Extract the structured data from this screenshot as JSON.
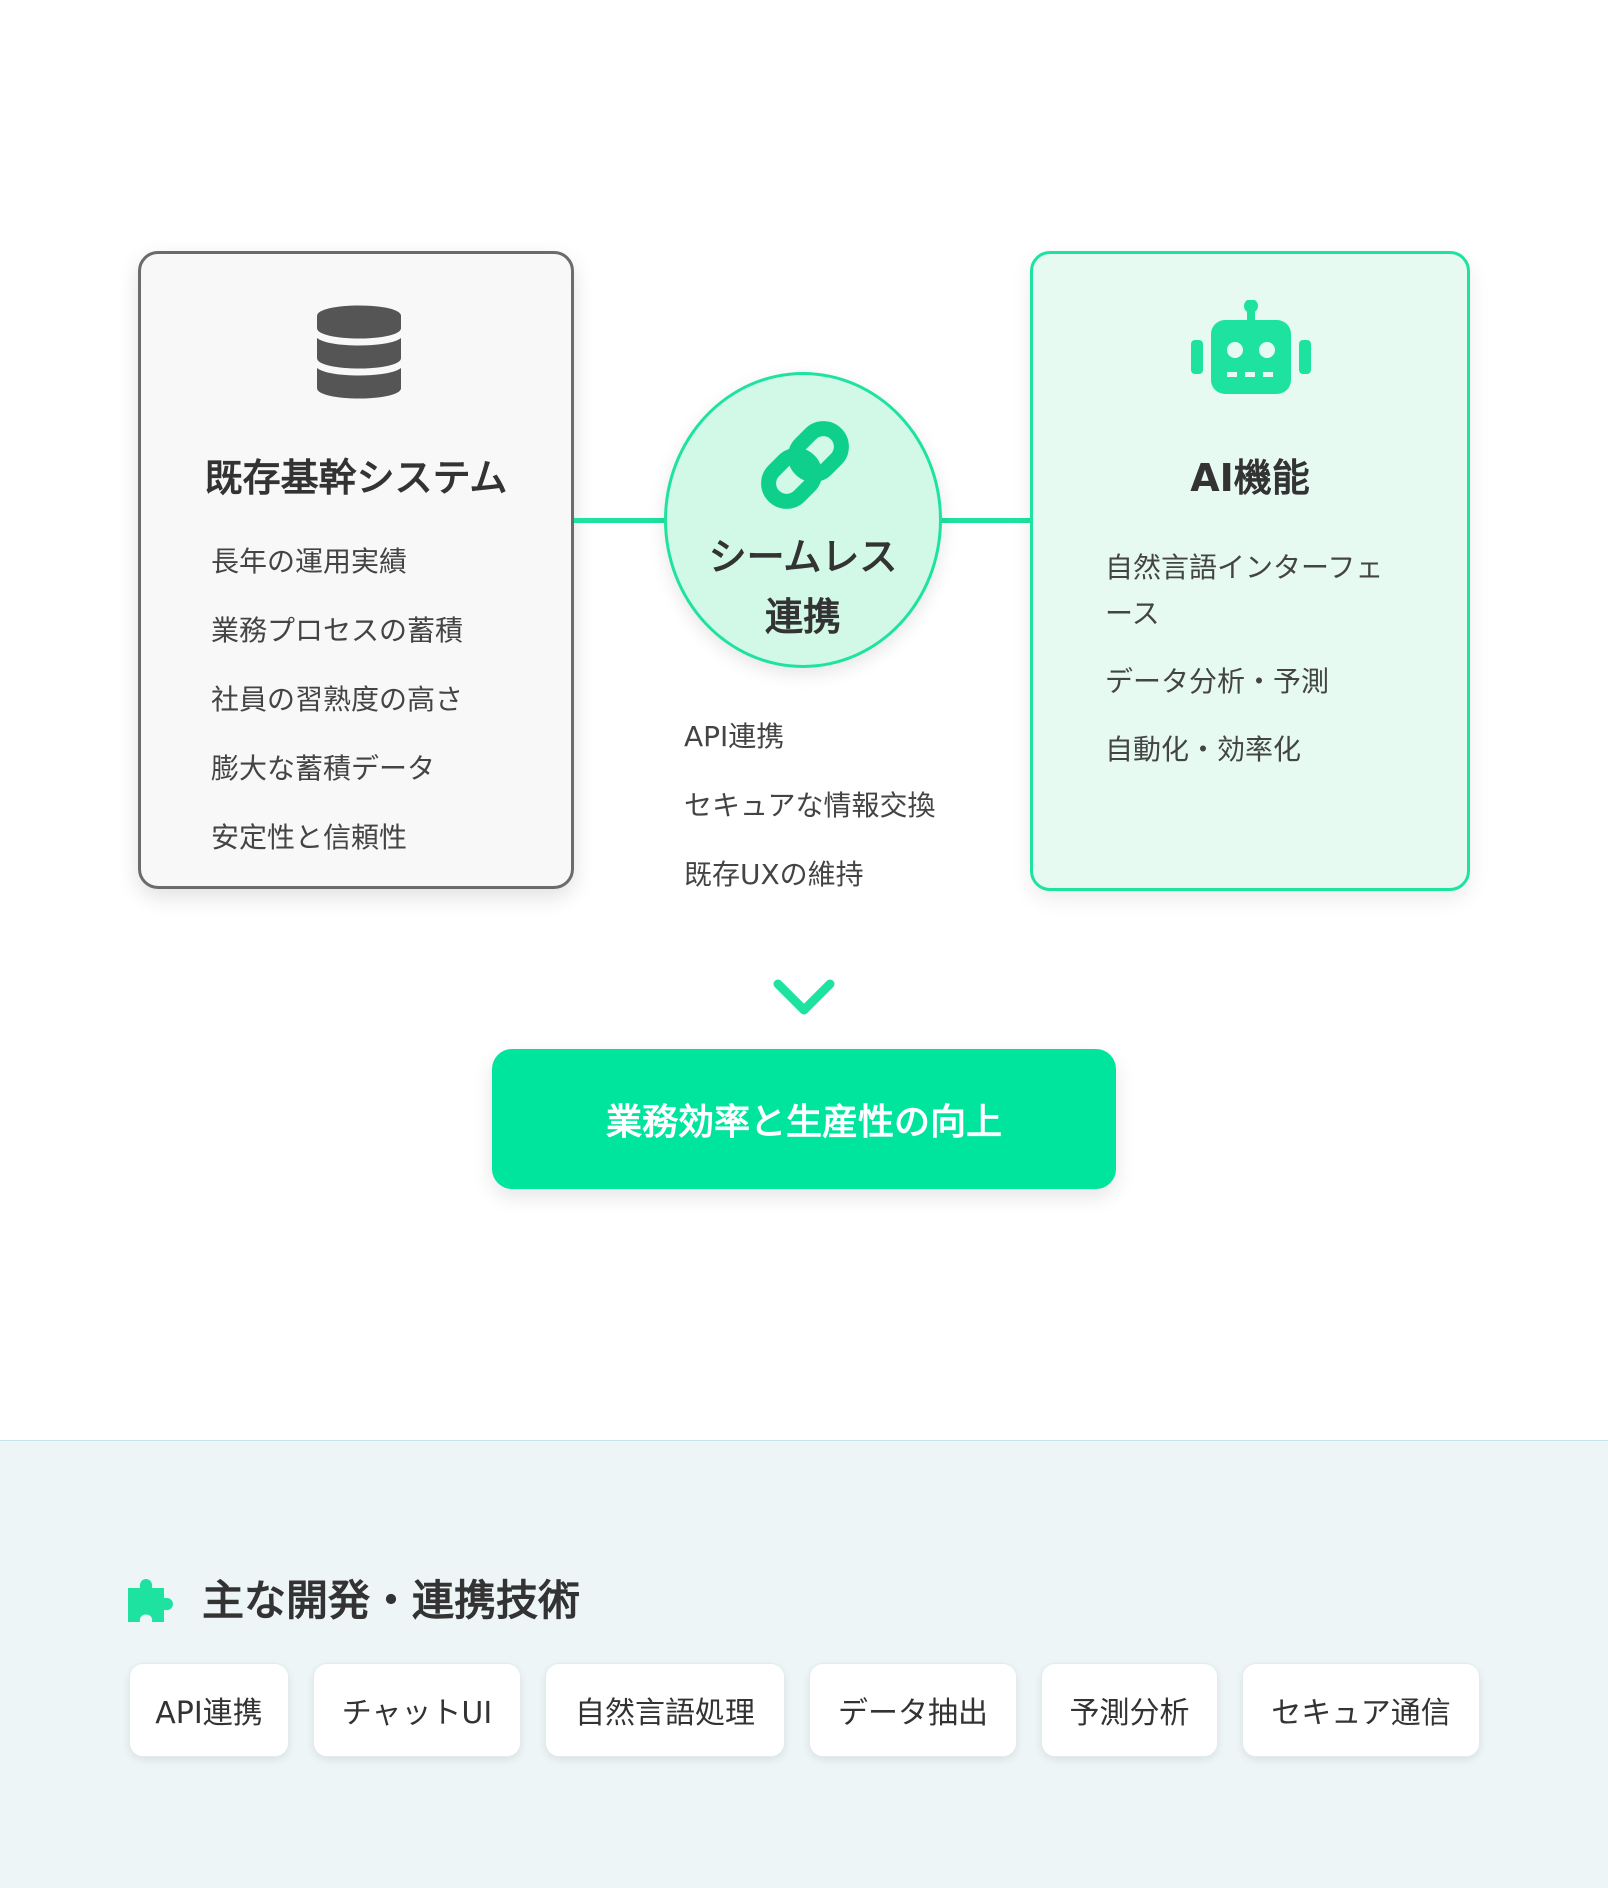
{
  "colors": {
    "accent": "#00e59d",
    "accent_border": "#1ee3a0",
    "legacy_icon": "#555555",
    "ai_icon": "#1ee3a0"
  },
  "legacy_system": {
    "icon": "database-icon",
    "title": "既存基幹システム",
    "items": [
      "長年の運用実績",
      "業務プロセスの蓄積",
      "社員の習熟度の高さ",
      "膨大な蓄積データ",
      "安定性と信頼性"
    ]
  },
  "hub": {
    "icon": "link-icon",
    "title_line1": "シームレス",
    "title_line2": "連携",
    "items": [
      "API連携",
      "セキュアな情報交換",
      "既存UXの維持"
    ]
  },
  "ai_function": {
    "icon": "robot-icon",
    "title": "AI機能",
    "items": [
      "自然言語インターフェース",
      "データ分析・予測",
      "自動化・効率化"
    ]
  },
  "result": {
    "icon": "chevron-down-icon",
    "label": "業務効率と生産性の向上"
  },
  "tech": {
    "icon": "puzzle-icon",
    "heading": "主な開発・連携技術",
    "tags": [
      "API連携",
      "チャットUI",
      "自然言語処理",
      "データ抽出",
      "予測分析",
      "セキュア通信"
    ]
  }
}
